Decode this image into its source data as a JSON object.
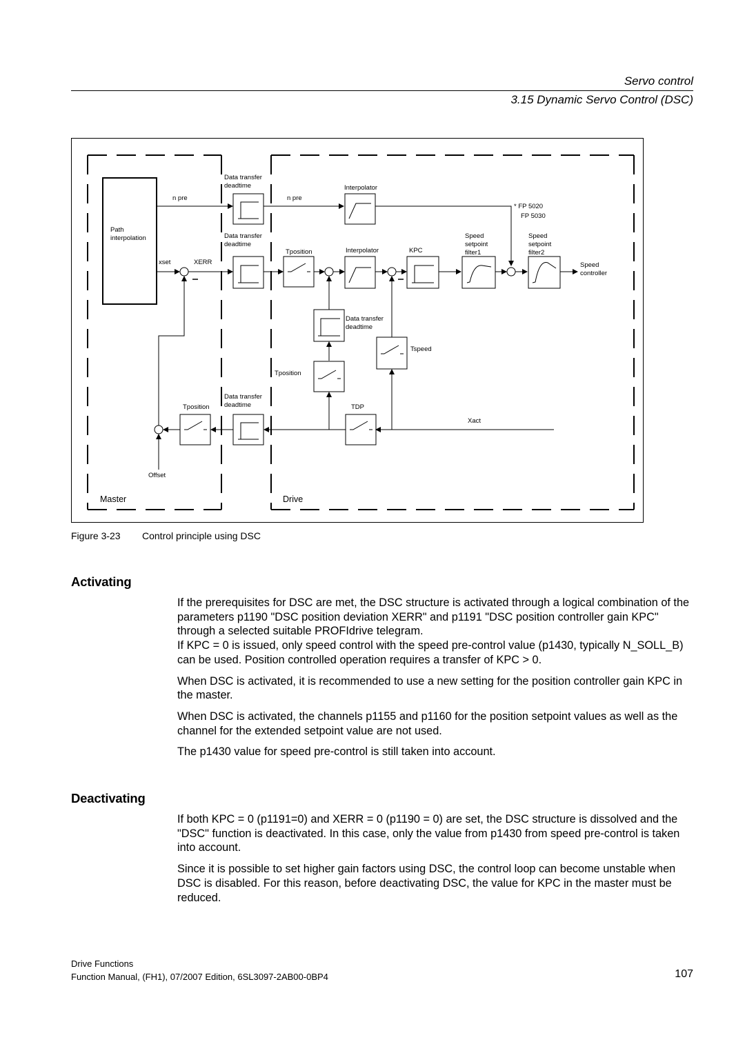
{
  "header": {
    "chapter": "Servo control",
    "section": "3.15 Dynamic Servo Control (DSC)"
  },
  "figure": {
    "labels": {
      "path_interpolation_1": "Path",
      "path_interpolation_2": "interpolation",
      "n_pre_master": "n pre",
      "n_pre_drive": "n pre",
      "xset": "xset",
      "xerr": "XERR",
      "dtd_top_1": "Data transfer",
      "dtd_top_2": "deadtime",
      "dtd_mid_1": "Data transfer",
      "dtd_mid_2": "deadtime",
      "dtd_drive_1": "Data transfer",
      "dtd_drive_2": "deadtime",
      "dtd_bottom_1": "Data transfer",
      "dtd_bottom_2": "deadtime",
      "interpolator_top": "Interpolator",
      "interpolator_mid": "Interpolator",
      "tposition_mid": "Tposition",
      "tposition_drive": "Tposition",
      "tposition_master": "Tposition",
      "kpc": "KPC",
      "fp_1": "* FP 5020",
      "fp_2": "FP 5030",
      "speed_filter1_1": "Speed",
      "speed_filter1_2": "setpoint",
      "speed_filter1_3": "filter1",
      "speed_filter2_1": "Speed",
      "speed_filter2_2": "setpoint",
      "speed_filter2_3": "filter2",
      "speed_controller_1": "Speed",
      "speed_controller_2": "controller",
      "tspeed": "Tspeed",
      "tdp": "TDP",
      "xact": "Xact",
      "offset": "Offset",
      "master": "Master",
      "drive": "Drive"
    },
    "caption_number": "Figure 3-23",
    "caption_text": "Control principle using DSC"
  },
  "activating": {
    "heading": "Activating",
    "p1": "If the prerequisites for DSC are met, the DSC structure is activated through a logical combination of the parameters p1190 \"DSC position deviation XERR\" and p1191 \"DSC position controller gain KPC\" through a selected suitable PROFIdrive telegram.",
    "p1b": "If KPC = 0 is issued, only speed control with the speed pre-control value (p1430, typically N_SOLL_B) can be used. Position controlled operation requires a transfer of KPC > 0.",
    "p2": "When DSC is activated, it is recommended to use a new setting for the position controller gain KPC in the master.",
    "p3": "When DSC is activated, the channels p1155 and p1160 for the position setpoint values as well as the channel for the extended setpoint value are not used.",
    "p4": "The p1430 value for speed pre-control is still taken into account."
  },
  "deactivating": {
    "heading": "Deactivating",
    "p1": "If both KPC = 0 (p1191=0) and XERR = 0 (p1190 = 0) are set, the DSC structure is dissolved and the \"DSC\" function is deactivated. In this case, only the value from p1430 from speed pre-control is taken into account.",
    "p2": "Since it is possible to set higher gain factors using DSC, the control loop can become unstable when DSC is disabled. For this reason, before deactivating DSC, the value for KPC in the master must be reduced."
  },
  "footer": {
    "line1": "Drive Functions",
    "line2": "Function Manual, (FH1), 07/2007 Edition, 6SL3097-2AB00-0BP4",
    "page_number": "107"
  }
}
